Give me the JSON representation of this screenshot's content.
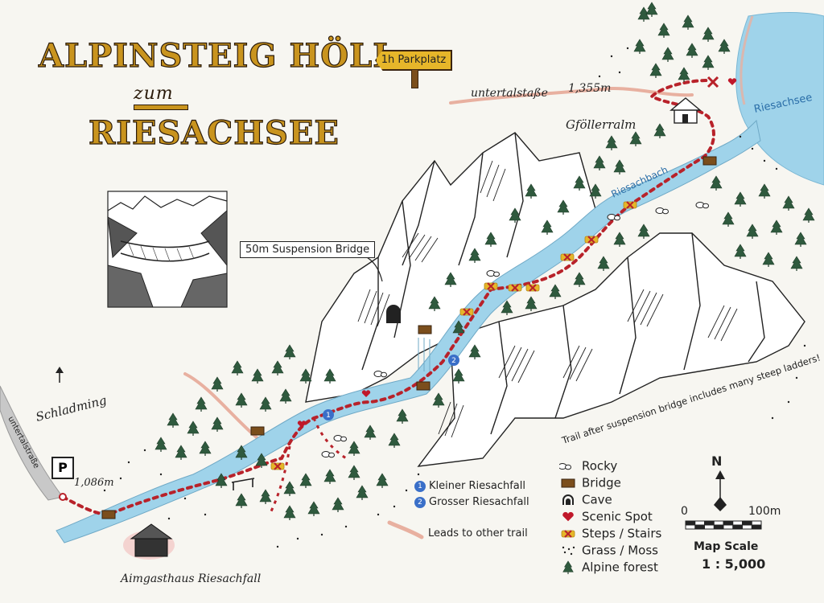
{
  "title": {
    "line1": "ALPINSTEIG HÖLL",
    "line2": "zum",
    "line3": "RIESACHSEE"
  },
  "labels": {
    "parking_sign": "1h Parkplatz",
    "road_top": "untertalstaße",
    "road_left": "untertalstraße",
    "elev_top": "1,355m",
    "elev_bottom": "1,086m",
    "hut_top": "Gföllerralm",
    "hut_bottom": "Aimgasthaus Riesachfall",
    "lake": "Riesachsee",
    "stream": "Riesachbach",
    "bridge_box": "50m Suspension Bridge",
    "town": "Schladming",
    "parking": "P",
    "trail_note": "Trail after suspension bridge includes many steep ladders!"
  },
  "waterfalls": [
    {
      "num": "1",
      "name": "Kleiner Riesachfall"
    },
    {
      "num": "2",
      "name": "Grosser Riesachfall"
    }
  ],
  "other_trail": "Leads to other trail",
  "legend": [
    {
      "icon": "rock-icon",
      "label": "Rocky"
    },
    {
      "icon": "bridge-icon",
      "label": "Bridge"
    },
    {
      "icon": "cave-icon",
      "label": "Cave"
    },
    {
      "icon": "heart-icon",
      "label": "Scenic Spot"
    },
    {
      "icon": "stairs-icon",
      "label": "Steps / Stairs"
    },
    {
      "icon": "grass-icon",
      "label": "Grass / Moss"
    },
    {
      "icon": "tree-icon",
      "label": "Alpine forest"
    }
  ],
  "compass": {
    "north": "N"
  },
  "scale": {
    "zero": "0",
    "max": "100m",
    "title": "Map Scale",
    "ratio": "1 : 5,000"
  },
  "colors": {
    "water": "#9fd3ea",
    "trail": "#b8222a",
    "bridge": "#7b4e1c",
    "stairs": "#e6b62a",
    "tree": "#2f5a3e",
    "other_trail": "#e8b0a0"
  }
}
